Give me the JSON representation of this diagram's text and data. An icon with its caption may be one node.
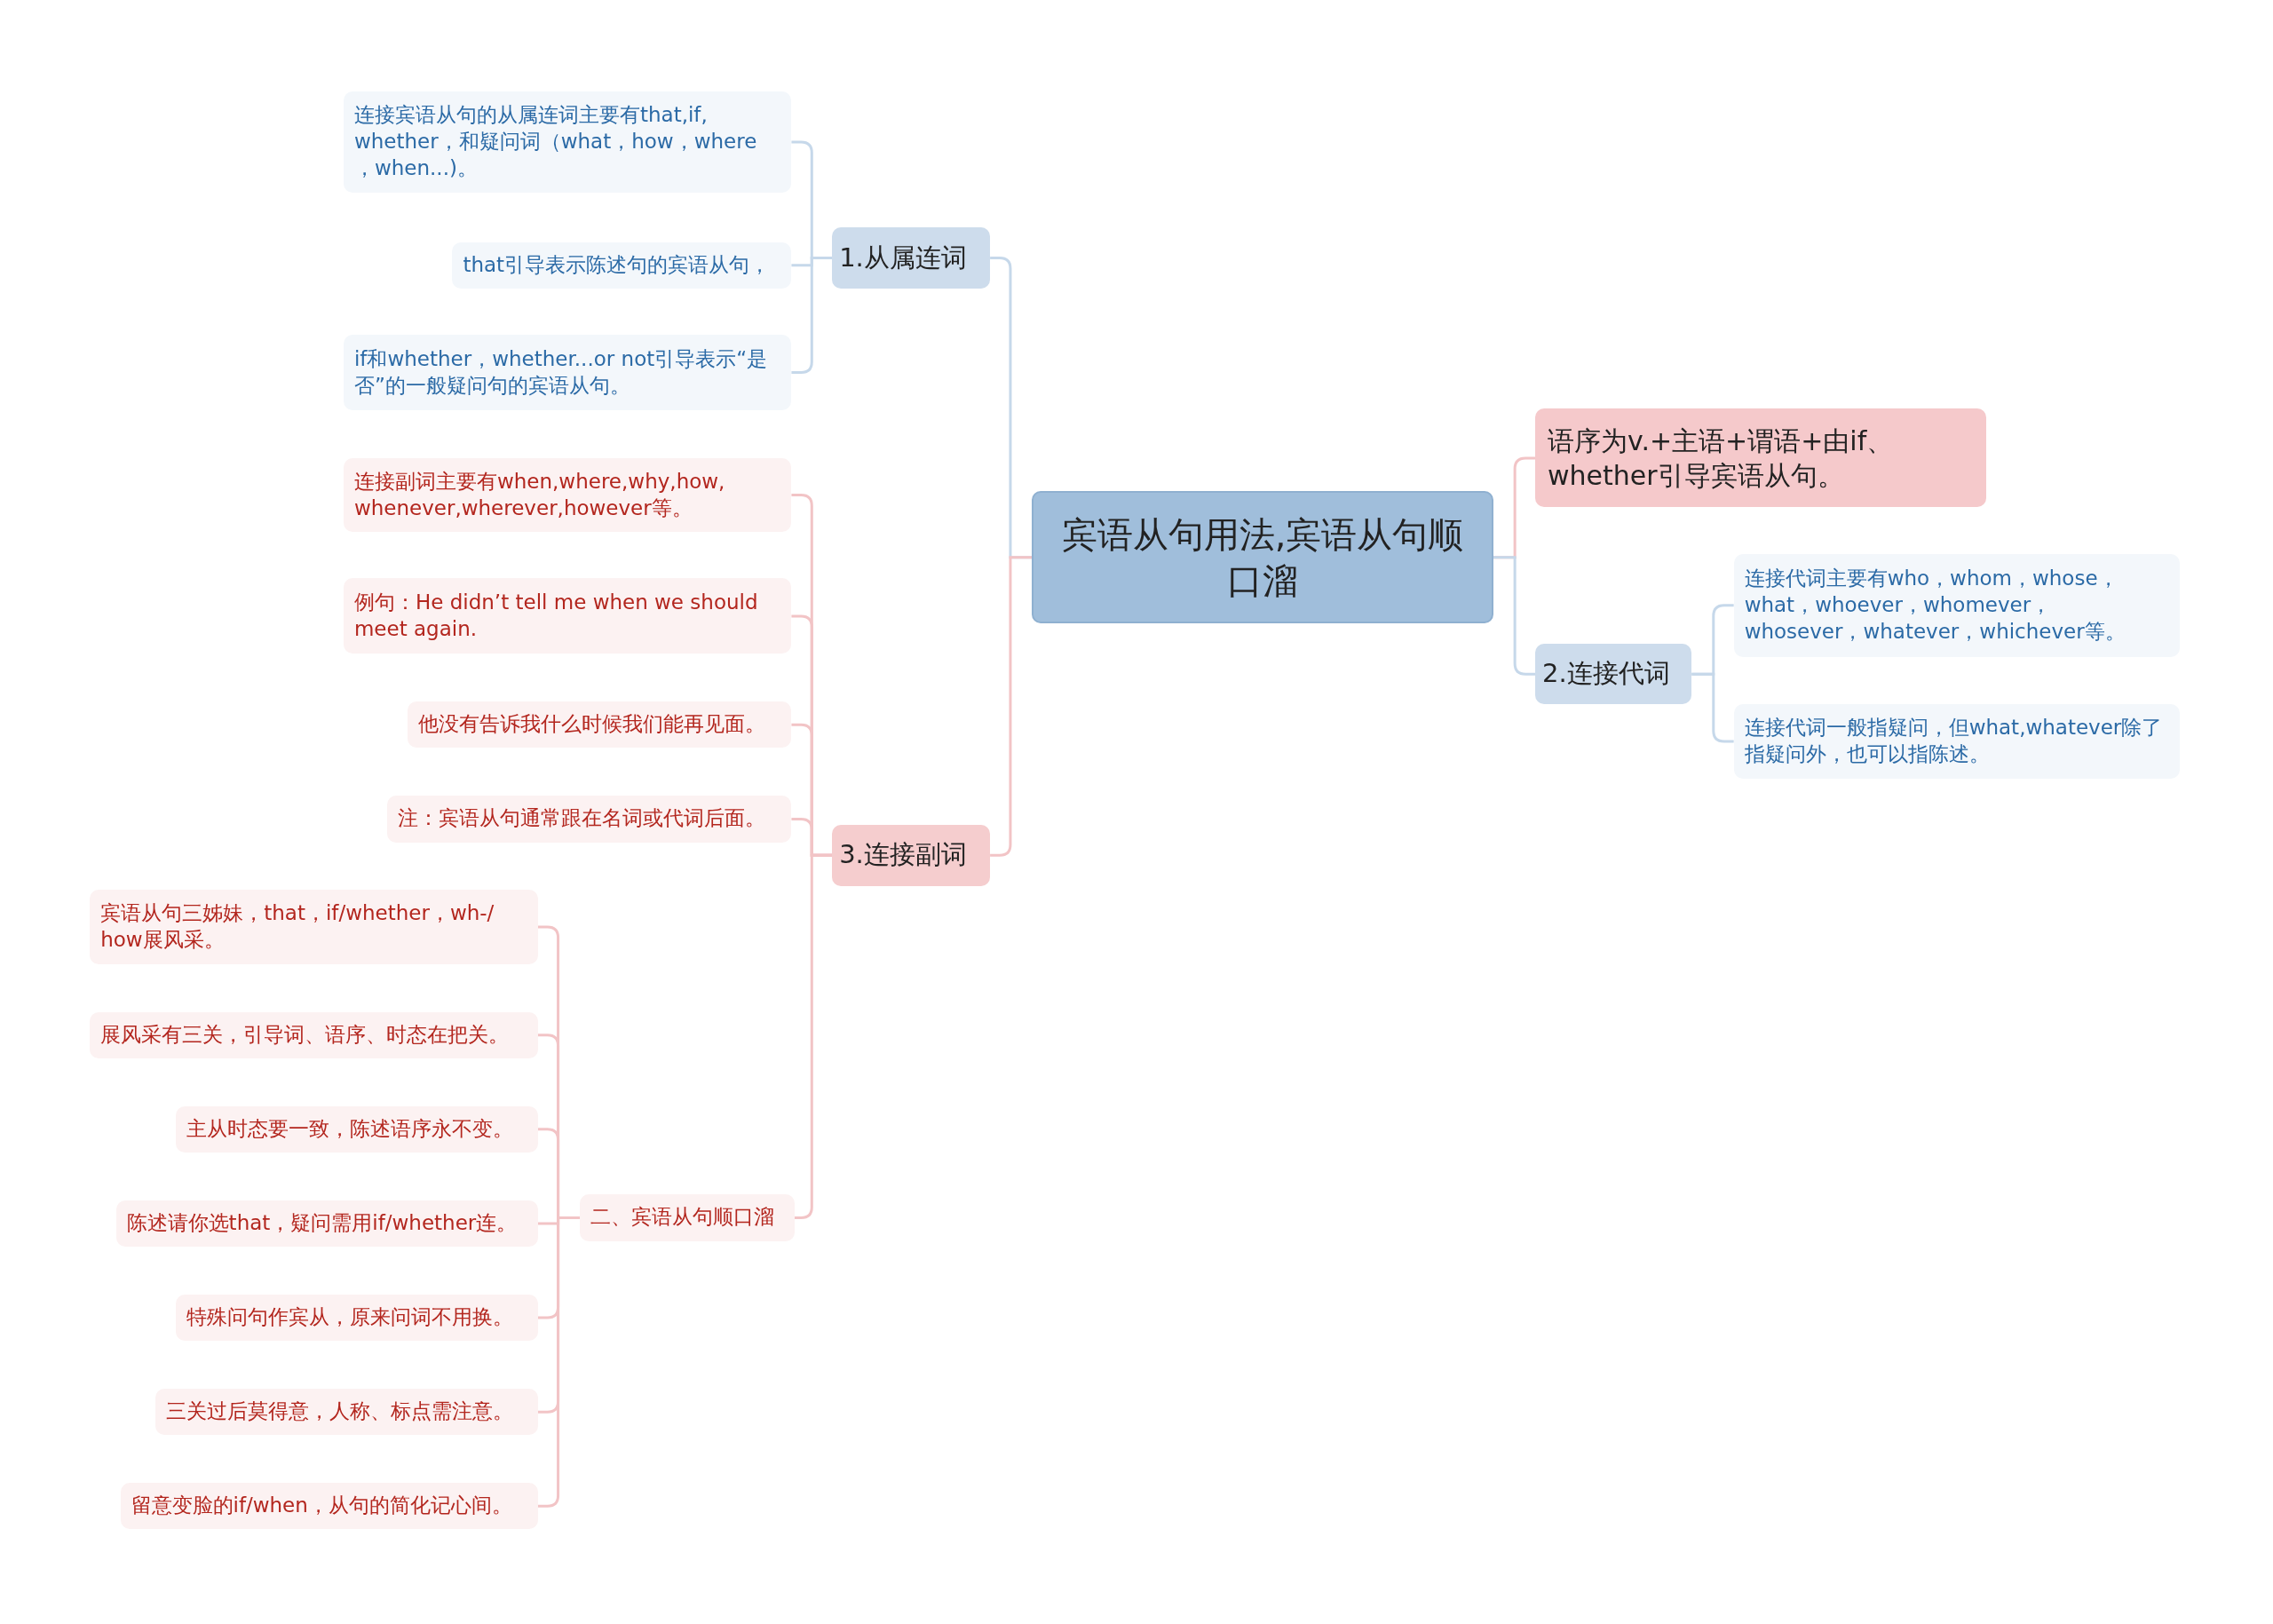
{
  "diagram": {
    "nodes": [
      {
        "text": [
          "宾语从句用法,宾语从句顺口溜"
        ]
      },
      {
        "text": [
          "1.从属连词"
        ]
      },
      {
        "text": [
          "连接宾语从句的从属连词主要有that,if, whether，和疑问词（what，how，where ，when...)。"
        ]
      },
      {
        "text": [
          "that引导表示陈述句的宾语从句，"
        ]
      },
      {
        "text": [
          "if和whether，whether...or not引导表示“是否”的一般疑问句的宾语从句。"
        ]
      },
      {
        "text": [
          "3.连接副词"
        ]
      },
      {
        "text": [
          "连接副词主要有when,where,why,how, whenever,wherever,however等。"
        ]
      },
      {
        "text": [
          "例句：He didn’t tell me when we should meet again."
        ]
      },
      {
        "text": [
          "他没有告诉我什么时候我们能再见面。"
        ]
      },
      {
        "text": [
          "注：宾语从句通常跟在名词或代词后面。"
        ]
      },
      {
        "text": [
          "二、宾语从句顺口溜"
        ]
      },
      {
        "text": [
          "宾语从句三姊妹，that，if/whether，wh-/ how展风采。"
        ]
      },
      {
        "text": [
          "展风采有三关，引导词、语序、时态在把关。"
        ]
      },
      {
        "text": [
          "主从时态要一致，陈述语序永不变。"
        ]
      },
      {
        "text": [
          "陈述请你选that，疑问需用if/whether连。"
        ]
      },
      {
        "text": [
          "特殊问句作宾从，原来问词不用换。"
        ]
      },
      {
        "text": [
          "三关过后莫得意，人称、标点需注意。"
        ]
      },
      {
        "text": [
          "留意变脸的if/when，从句的简化记心间。"
        ]
      },
      {
        "text": [
          "语序为v.+主语+谓语+由if、 whether引导宾语从句。"
        ]
      },
      {
        "text": [
          "2.连接代词"
        ]
      },
      {
        "text": [
          "连接代词主要有who，whom，whose，what，whoever，whomever，whosever，whatever，whichever等。"
        ]
      },
      {
        "text": [
          "连接代词一般指疑问，但what,whatever除了指疑问外，也可以指陈述。"
        ]
      }
    ],
    "edges": [
      {
        "from": 0,
        "to": 1,
        "arrow": "none",
        "color": "#c6d8ea"
      },
      {
        "from": 1,
        "to": 2,
        "arrow": "none",
        "color": "#c6d8ea"
      },
      {
        "from": 1,
        "to": 3,
        "arrow": "none",
        "color": "#c6d8ea"
      },
      {
        "from": 1,
        "to": 4,
        "arrow": "none",
        "color": "#c6d8ea"
      },
      {
        "from": 0,
        "to": 5,
        "arrow": "none"
      },
      {
        "from": 5,
        "to": 6,
        "arrow": "none"
      },
      {
        "from": 5,
        "to": 7,
        "arrow": "none"
      },
      {
        "from": 5,
        "to": 8,
        "arrow": "none"
      },
      {
        "from": 5,
        "to": 9,
        "arrow": "none"
      },
      {
        "from": 5,
        "to": 10,
        "arrow": "none"
      },
      {
        "from": 10,
        "to": 11,
        "arrow": "none"
      },
      {
        "from": 10,
        "to": 12,
        "arrow": "none"
      },
      {
        "from": 10,
        "to": 13,
        "arrow": "none"
      },
      {
        "from": 10,
        "to": 14,
        "arrow": "none"
      },
      {
        "from": 10,
        "to": 15,
        "arrow": "none"
      },
      {
        "from": 10,
        "to": 16,
        "arrow": "none"
      },
      {
        "from": 10,
        "to": 17,
        "arrow": "none"
      },
      {
        "from": 0,
        "to": 18,
        "arrow": "none"
      },
      {
        "from": 0,
        "to": 19,
        "arrow": "none",
        "color": "#c6d8ea"
      },
      {
        "from": 19,
        "to": 20,
        "arrow": "none",
        "color": "#c6d8ea"
      },
      {
        "from": 19,
        "to": 21,
        "arrow": "none",
        "color": "#c6d8ea"
      }
    ]
  }
}
